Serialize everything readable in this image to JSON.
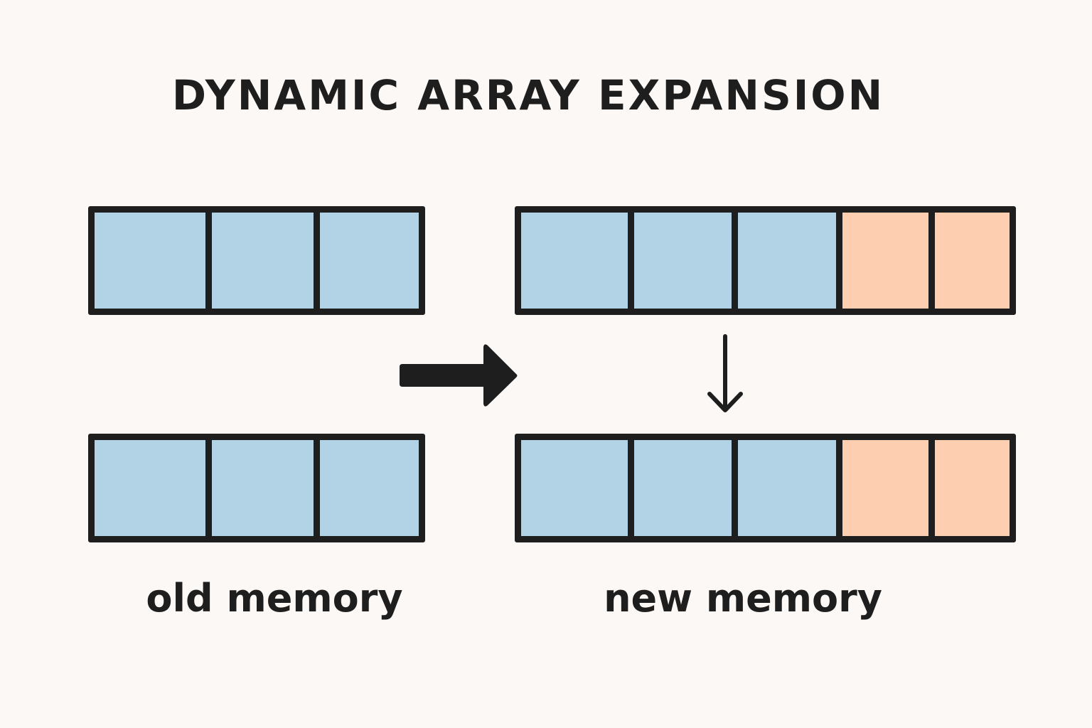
{
  "title": "DYNAMIC ARRAY EXPANSION",
  "colors": {
    "background": "#fcf8f5",
    "outline": "#1e1e1e",
    "filled_cell": "#b2d3e6",
    "new_cell": "#fdceb0"
  },
  "arrays": {
    "old_top": {
      "cells": [
        "filled",
        "filled",
        "filled"
      ]
    },
    "old_bottom": {
      "cells": [
        "filled",
        "filled",
        "filled"
      ]
    },
    "new_top": {
      "cells": [
        "filled",
        "filled",
        "filled",
        "new",
        "new"
      ]
    },
    "new_bottom": {
      "cells": [
        "filled",
        "filled",
        "filled",
        "new",
        "new"
      ]
    }
  },
  "labels": {
    "old": "old memory",
    "new": "new memory"
  }
}
